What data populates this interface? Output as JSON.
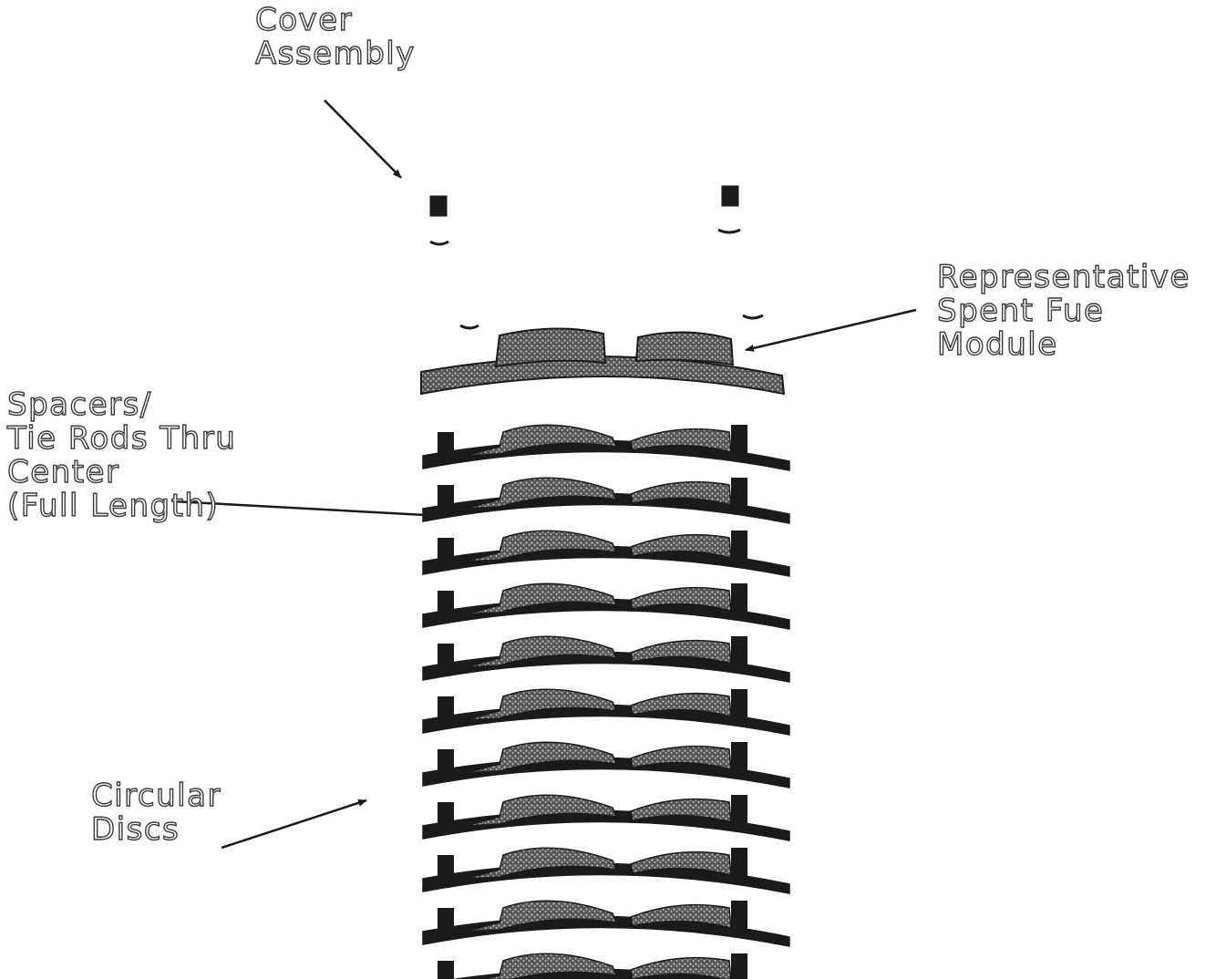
{
  "labels": {
    "cover_assembly": [
      "Cover",
      "Assembly"
    ],
    "spent_fuel_module": [
      "Representative",
      "Spent Fue",
      "Module"
    ],
    "spacers_tie_rods": [
      "Spacers/",
      "Tie Rods Thru",
      "Center",
      "(Full Length)"
    ],
    "circular_discs": [
      "Circular",
      "Discs"
    ]
  },
  "structure": {
    "disc_count": 11
  },
  "colors": {
    "ink": "#1a1a1a",
    "stipple": "#6e6e6e",
    "background": "#ffffff"
  }
}
